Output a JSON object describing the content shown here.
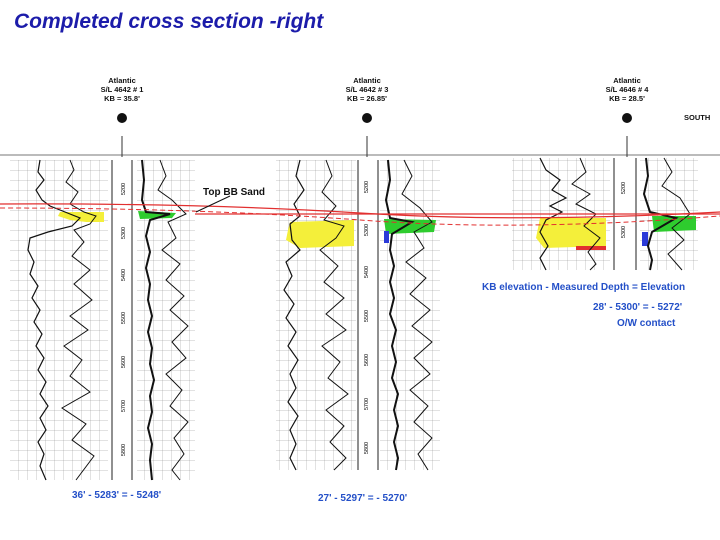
{
  "title": "Completed cross section -right",
  "direction_label": "SOUTH",
  "wells": [
    {
      "operator": "Atlantic",
      "name": "S/L 4642 # 1",
      "kb": "KB = 35.8'",
      "calc": "36' - 5283' = - 5248'"
    },
    {
      "operator": "Atlantic",
      "name": "S/L 4642 # 3",
      "kb": "KB = 26.85'",
      "calc": "27' - 5297' = - 5270'"
    },
    {
      "operator": "Atlantic",
      "name": "S/L 4646 # 4",
      "kb": "KB = 28.5'",
      "calc": ""
    }
  ],
  "marker_label": "Top BB Sand",
  "annotation": {
    "formula": "KB elevation - Measured Depth = Elevation",
    "calc": "28' - 5300' = - 5272'",
    "contact": "O/W contact"
  },
  "depth_ticks": {
    "log1": [
      "5200",
      "5300",
      "5400",
      "5500",
      "5600",
      "5700",
      "5800"
    ],
    "log2": [
      "5200",
      "5300",
      "5400",
      "5500",
      "5600",
      "5700",
      "5800"
    ],
    "log3": [
      "5200",
      "5300"
    ]
  },
  "colors": {
    "title": "#1c1caa",
    "oil_sand": "#f4ef3a",
    "gas": "#2ecc2e",
    "water": "#2a3ad8",
    "contact_line": "#e23030",
    "annotation_text": "#2450c8"
  }
}
